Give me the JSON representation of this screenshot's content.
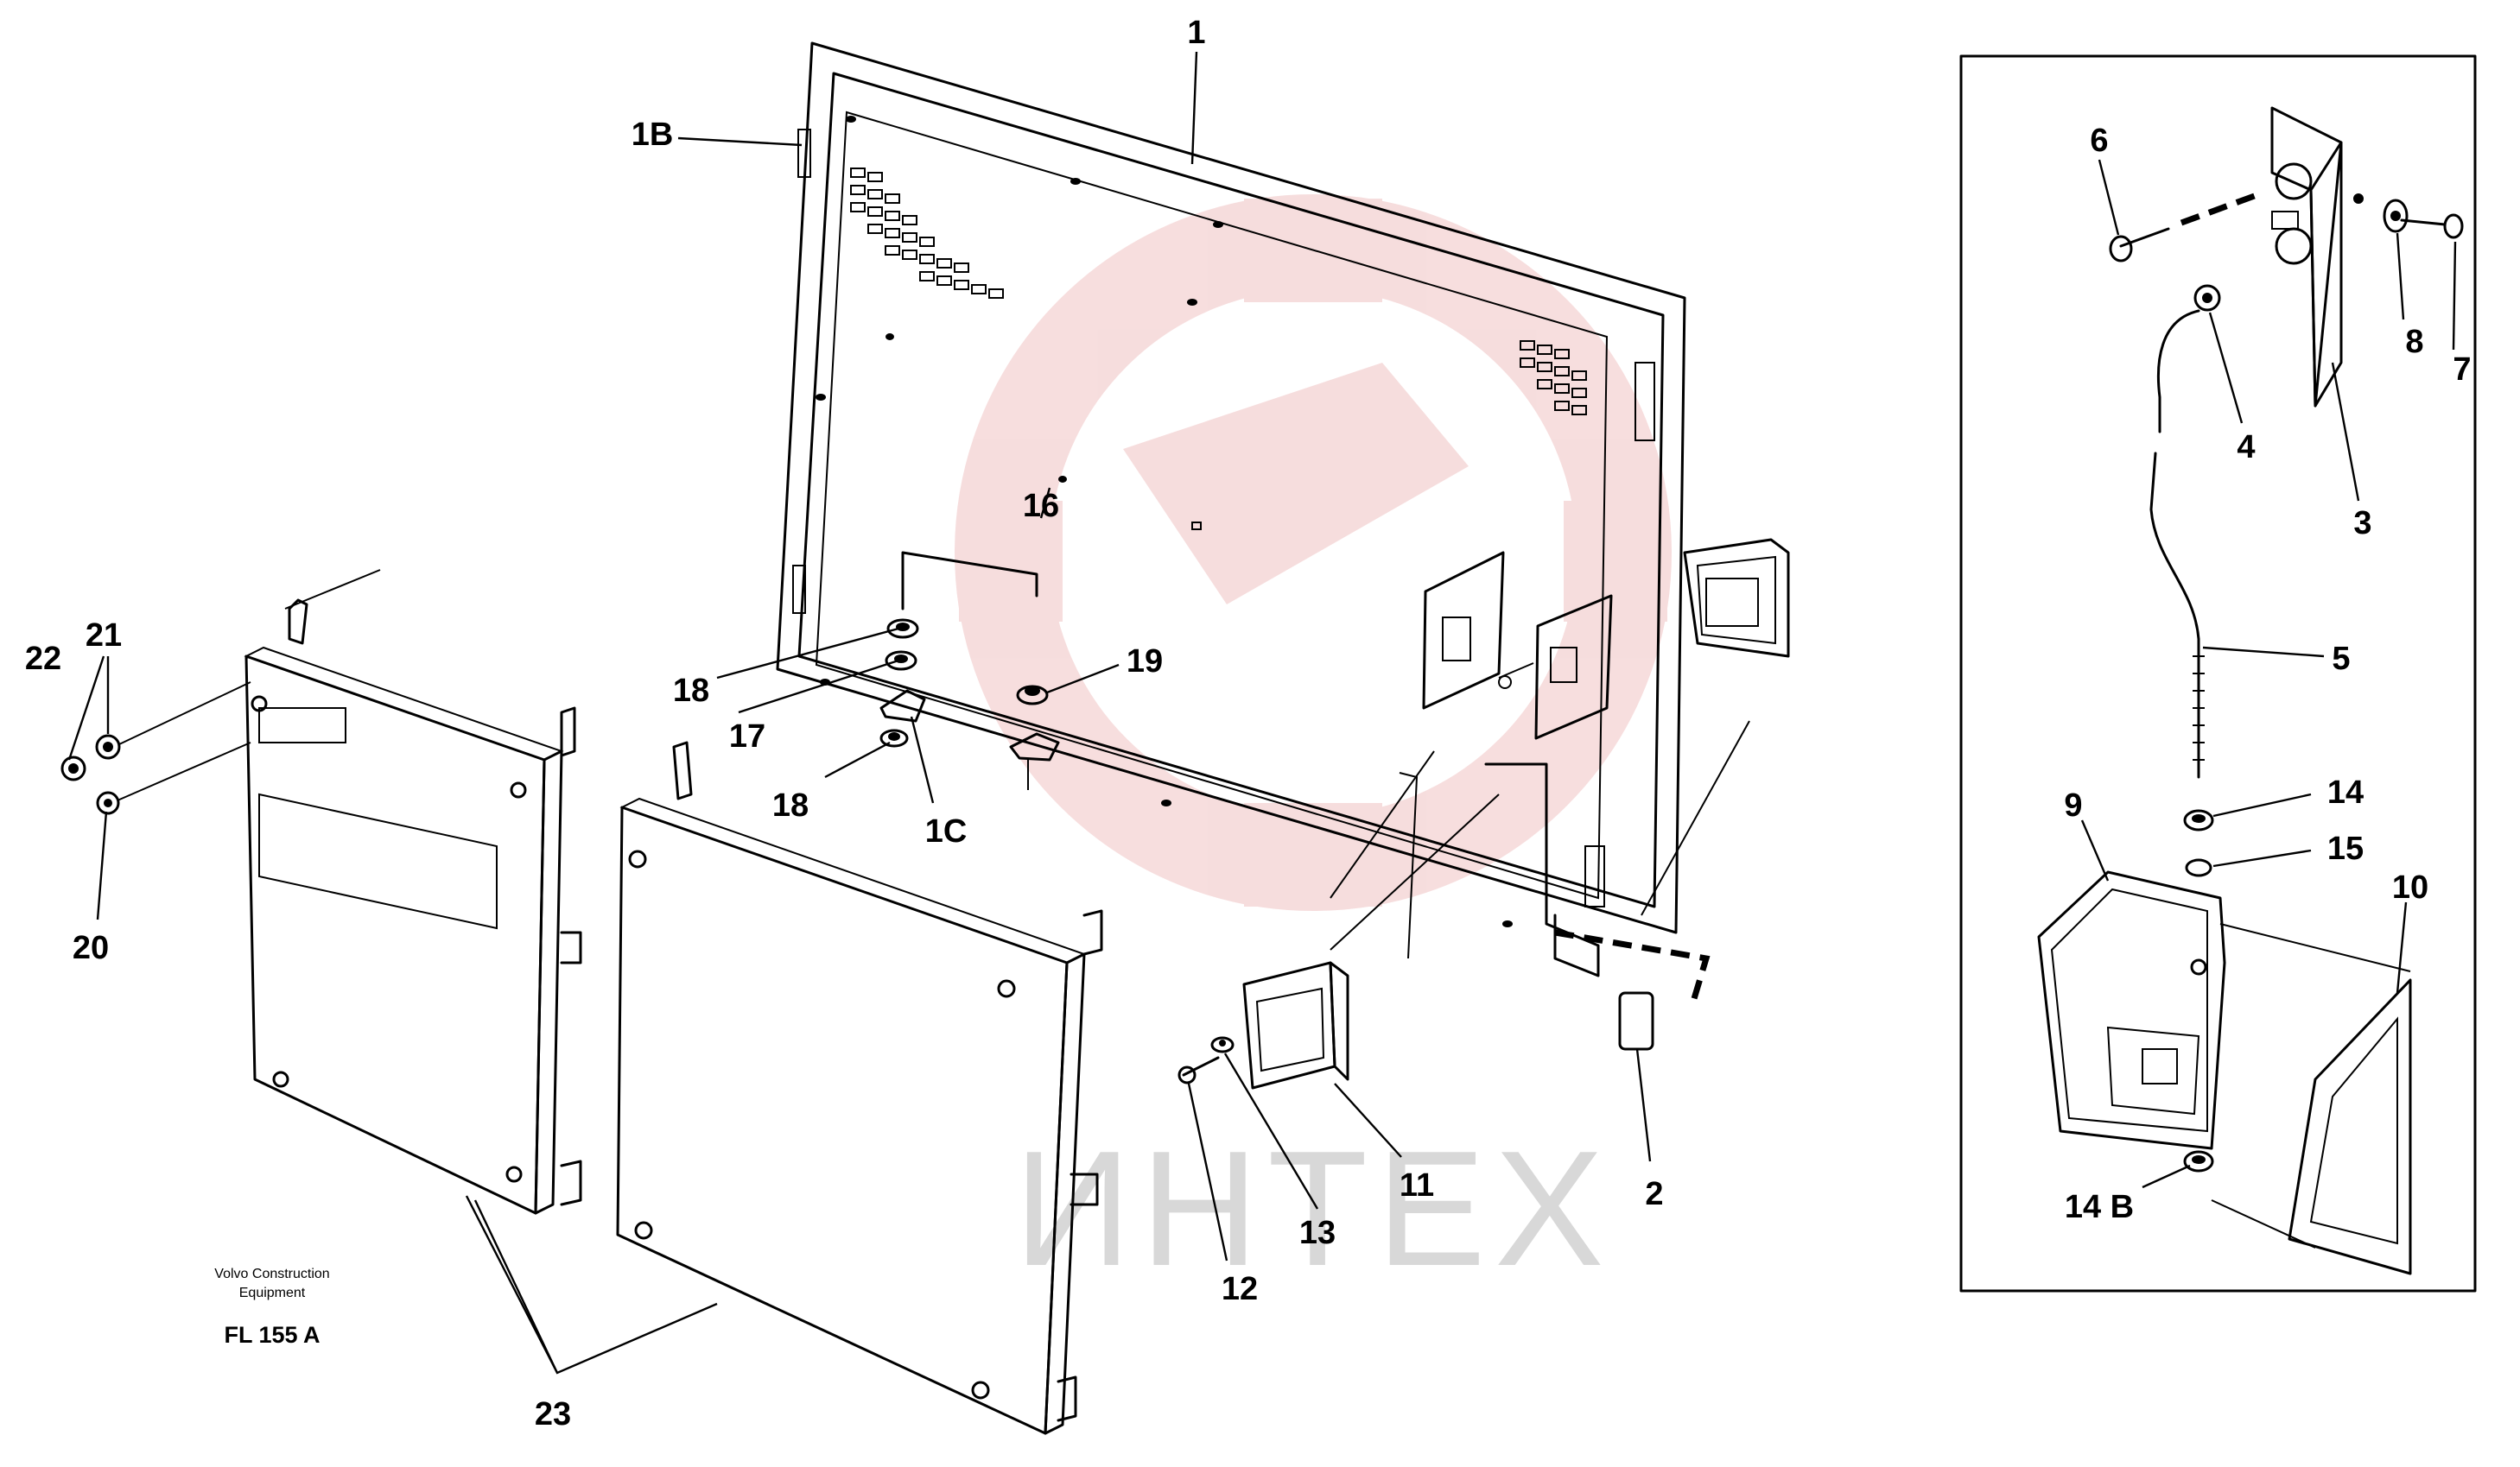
{
  "callouts": {
    "c1": "1",
    "c1b": "1B",
    "c1c": "1C",
    "c2": "2",
    "c3": "3",
    "c4": "4",
    "c5": "5",
    "c6": "6",
    "c7": "7",
    "c8": "8",
    "c9": "9",
    "c10": "10",
    "c11": "11",
    "c12": "12",
    "c13": "13",
    "c14": "14",
    "c14b": "14 B",
    "c15": "15",
    "c16": "16",
    "c17": "17",
    "c18a": "18",
    "c18b": "18",
    "c19": "19",
    "c20": "20",
    "c21": "21",
    "c22": "22",
    "c23": "23"
  },
  "credit": {
    "line1": "Volvo Construction",
    "line2": "Equipment"
  },
  "figure_code": "FL 155 A",
  "watermark": {
    "text": "ИНТЕХ",
    "color": "#e8a0a0"
  }
}
